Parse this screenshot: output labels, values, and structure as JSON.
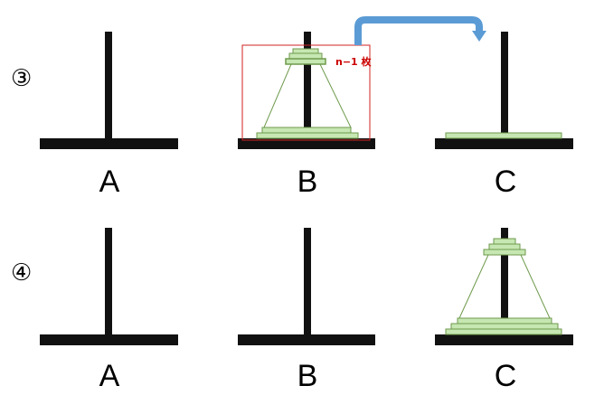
{
  "steps": [
    {
      "label": "③",
      "pegs": [
        "A",
        "B",
        "C"
      ],
      "note": "n−1 枚"
    },
    {
      "label": "④",
      "pegs": [
        "A",
        "B",
        "C"
      ]
    }
  ],
  "colors": {
    "peg": "#111111",
    "disk_fill": "#c6e7b2",
    "disk_stroke": "#6e9a4c",
    "cone": "#6e9a4c",
    "highlight": "#d22222",
    "arrow": "#5b9bd5"
  }
}
